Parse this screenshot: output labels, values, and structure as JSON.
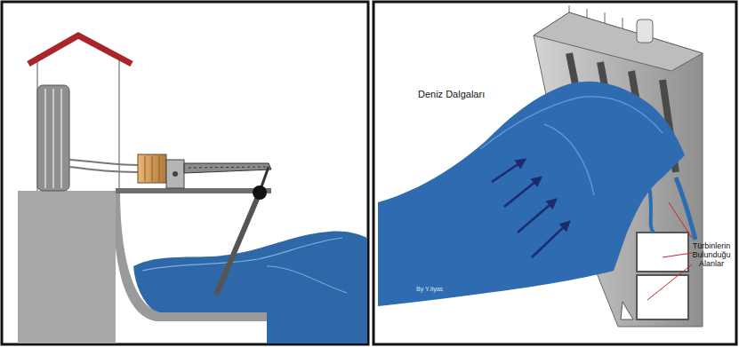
{
  "diagram": {
    "labels": [
      "Deniz Dalgaları",
      "Türbinlerin Bulunduğu Alanlar",
      "By Y.Ilyas"
    ]
  }
}
